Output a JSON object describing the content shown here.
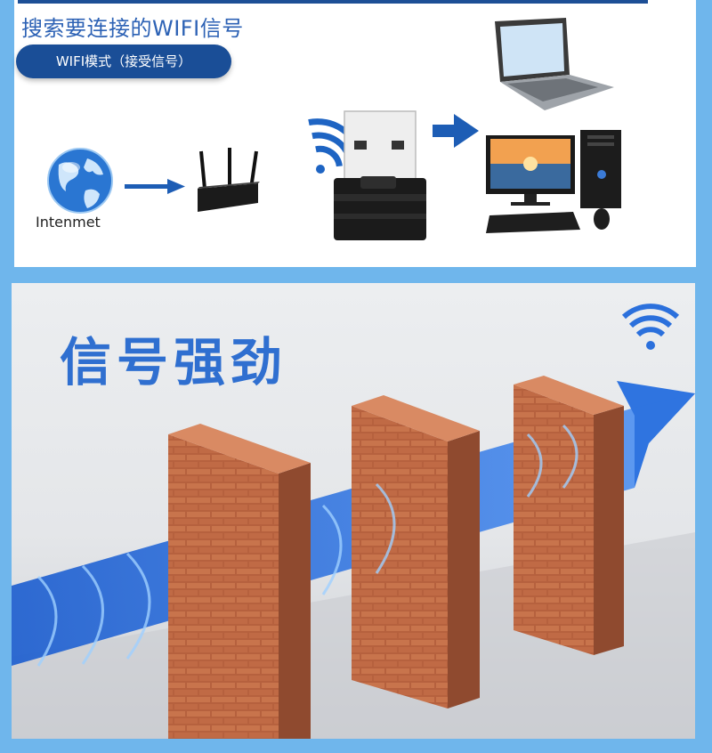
{
  "header": {
    "heading": "搜索要连接的WIFI信号",
    "mode_label": "WIFI模式（接受信号）"
  },
  "diagram": {
    "internet_label": "Intenmet"
  },
  "feature": {
    "title": "信号强劲"
  }
}
